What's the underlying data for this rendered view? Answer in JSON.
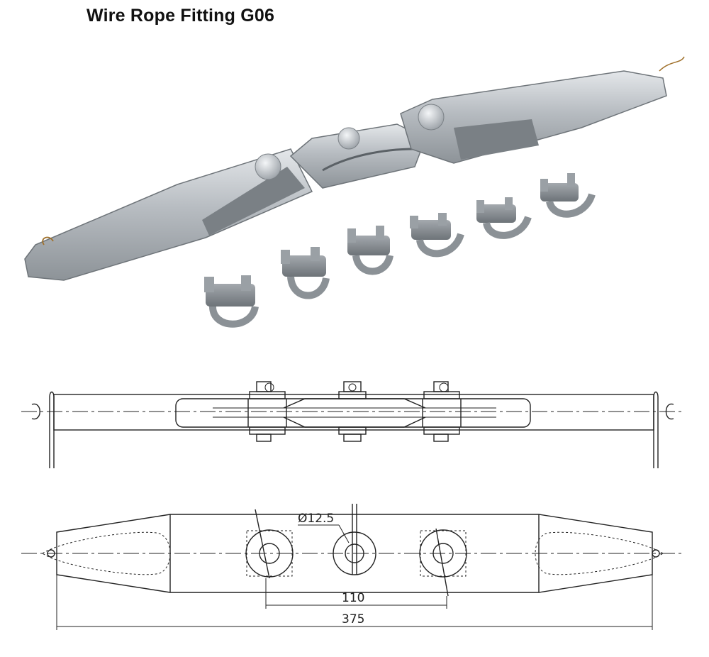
{
  "title": "Wire Rope Fitting G06",
  "dimensions": {
    "bolt_diameter": "Ø12.5",
    "pin_spacing": "110",
    "overall_length": "375"
  }
}
